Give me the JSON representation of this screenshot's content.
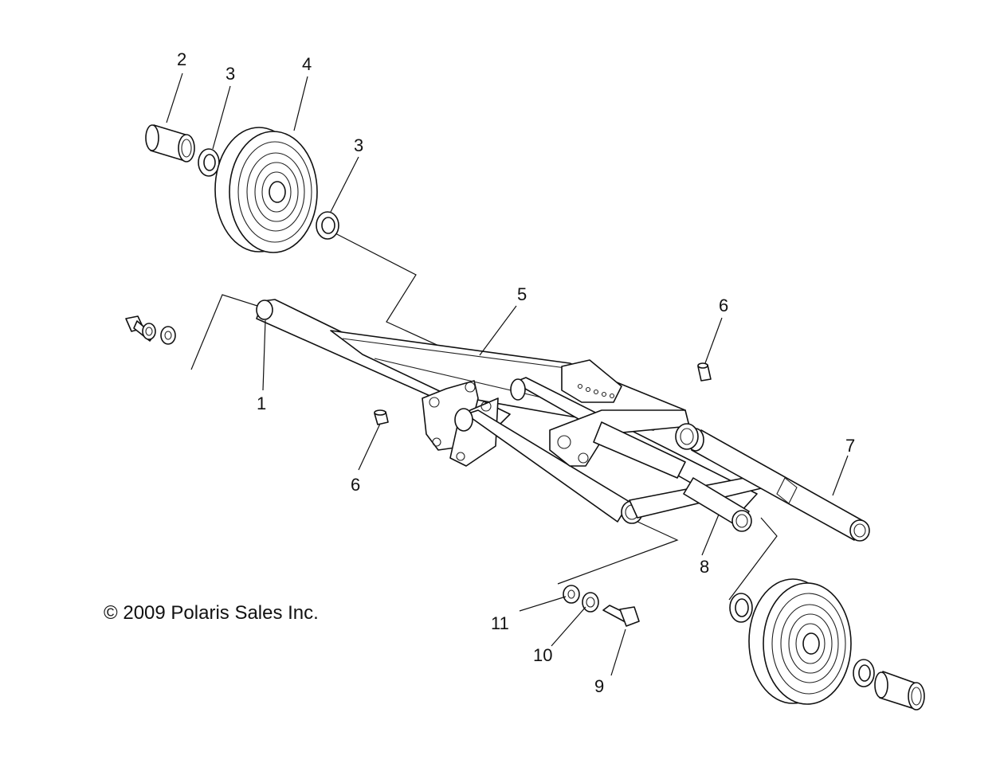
{
  "copyright": "© 2009 Polaris Sales Inc.",
  "callouts": {
    "c1": "1",
    "c2": "2",
    "c3a": "3",
    "c3b": "3",
    "c4": "4",
    "c5": "5",
    "c6a": "6",
    "c6b": "6",
    "c7": "7",
    "c8": "8",
    "c9": "9",
    "c10": "10",
    "c11": "11"
  },
  "colors": {
    "line": "#111111",
    "background": "#ffffff"
  }
}
